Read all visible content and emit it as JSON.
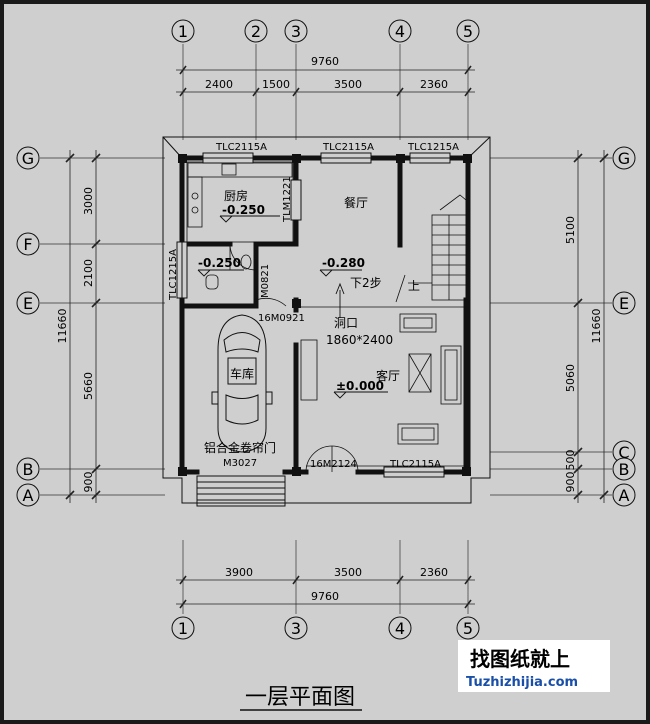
{
  "grid_labels": {
    "numbers_top": [
      "1",
      "2",
      "3",
      "4",
      "5"
    ],
    "numbers_bottom": [
      "1",
      "3",
      "4",
      "5"
    ],
    "letters_left": [
      "G",
      "F",
      "E",
      "B",
      "A"
    ],
    "letters_right": [
      "G",
      "E",
      "C",
      "B",
      "A"
    ]
  },
  "dimensions": {
    "top_total": "9760",
    "top_segments": [
      "2400",
      "1500",
      "3500",
      "2360"
    ],
    "bottom_segments": [
      "3900",
      "3500",
      "2360"
    ],
    "bottom_total": "9760",
    "left_total": "11660",
    "left_segments": [
      "3000",
      "2100",
      "5660",
      "900"
    ],
    "right_total": "11660",
    "right_segments": [
      "5100",
      "5060",
      "500",
      "900"
    ]
  },
  "windows": {
    "top_left": "TLC2115A",
    "top_mid": "TLC2115A",
    "top_right": "TLC1215A",
    "left": "TLC1215A",
    "bottom": "TLC2115A",
    "kitchen_side": "TLM1221"
  },
  "doors": {
    "bath": "M0821",
    "garage_inner": "16M0921",
    "entry": "16M2124",
    "garage": "M3027"
  },
  "rooms": {
    "kitchen": "厨房",
    "dining": "餐厅",
    "living": "客厅",
    "garage": "车库",
    "garage_door": "铝合金卷帘门"
  },
  "levels": {
    "kitchen": "-0.250",
    "bath": "-0.250",
    "hall": "-0.280",
    "living": "±0.000"
  },
  "notes": {
    "steps": "下2步",
    "up": "上",
    "opening": "洞口",
    "opening_size": "1860*2400"
  },
  "title": "一层平面图",
  "watermark": {
    "line1": "找图纸就上",
    "line2": "Tuzhizhijia.com"
  }
}
